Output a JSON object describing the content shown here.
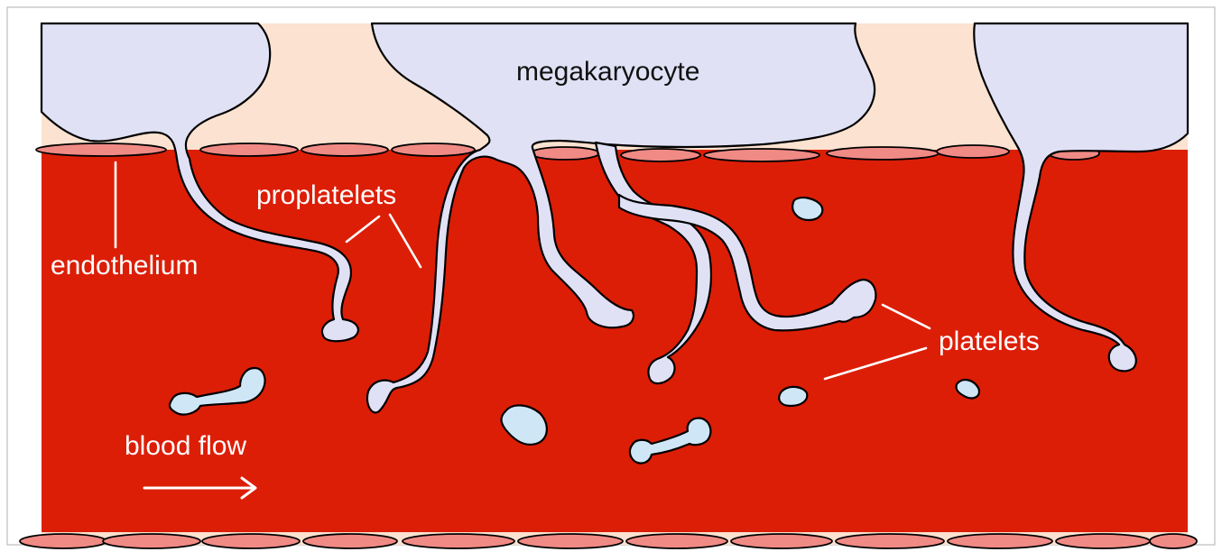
{
  "labels": {
    "megakaryocyte": "megakaryocyte",
    "proplatelets": "proplatelets",
    "endothelium": "endothelium",
    "platelets": "platelets",
    "blood_flow": "blood flow"
  },
  "colors": {
    "blood": "#dc1e07",
    "tissue": "#fce2d0",
    "megakaryocyte": "#e1e1f6",
    "platelet": "#cfe6f6",
    "endothelial_cell": "#f08a85",
    "outline": "#000000",
    "label_light": "#ffffff",
    "label_dark": "#111111"
  }
}
